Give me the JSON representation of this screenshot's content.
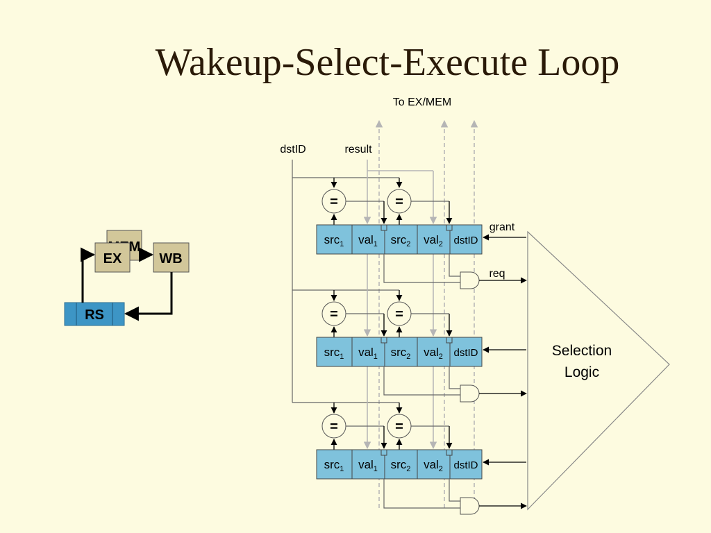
{
  "title": "Wakeup-Select-Execute Loop",
  "labels": {
    "to_ex_mem": "To EX/MEM",
    "dstid": "dstID",
    "result": "result",
    "grant": "grant",
    "req": "req",
    "selection_logic_line1": "Selection",
    "selection_logic_line2": "Logic",
    "comparator": "="
  },
  "pipeline": {
    "mem": "MEM",
    "ex": "EX",
    "wb": "WB",
    "rs": "RS"
  },
  "entry_cells": {
    "src": "src",
    "val": "val",
    "sub1": "1",
    "sub2": "2",
    "dstid": "dstID"
  },
  "colors": {
    "background": "#fdfbe0",
    "cell_fill": "#7fc2dc",
    "pipe_fill": "#d2c79a",
    "rs_fill": "#3d95c5",
    "dashed": "#b5b5b5"
  }
}
